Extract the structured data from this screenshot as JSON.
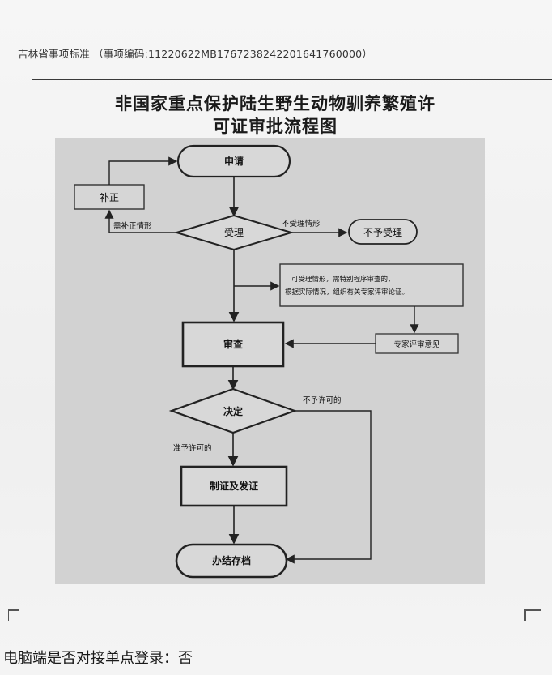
{
  "header": {
    "standard": "吉林省事项标准 （事项编码:11220622MB1767238242201641760000）"
  },
  "title": {
    "line1": "非国家重点保护陆生野生动物驯养繁殖许",
    "line2": "可证审批流程图"
  },
  "flowchart": {
    "apply": "申请",
    "supplement": "补正",
    "supplement_condition": "需补正情形",
    "accept": "受理",
    "reject_condition": "不受理情形",
    "not_accepted": "不予受理",
    "expert_note_line1": "可受理情形，需特别程序审查的，",
    "expert_note_line2": "根据实际情况，组织有关专家评审论证。",
    "review": "审查",
    "expert_opinion": "专家评审意见",
    "decide": "决定",
    "deny_condition": "不予许可的",
    "grant_condition": "准予许可的",
    "issue": "制证及发证",
    "archive": "办结存档"
  },
  "footer": {
    "sso_line": "电脑端是否对接单点登录：否"
  }
}
